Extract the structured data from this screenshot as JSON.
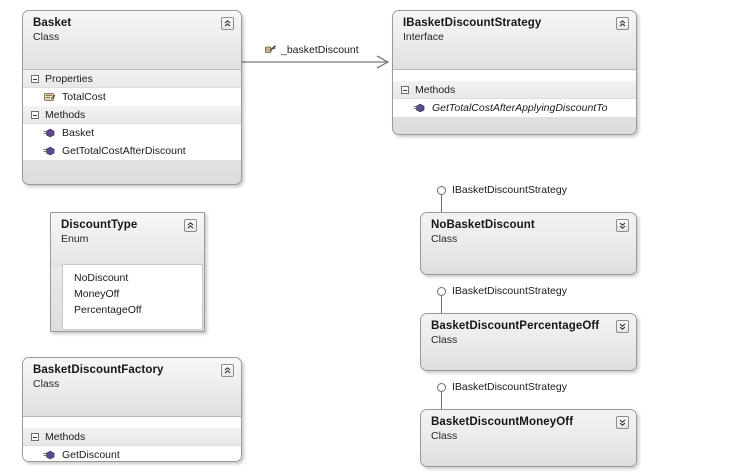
{
  "diagram": {
    "kind": "uml-class-diagram",
    "background": "#ffffff"
  },
  "colors": {
    "box_border": "#9a9a9a",
    "header_gradient_top": "#f7f7f7",
    "header_gradient_bottom": "#e0e0e0",
    "section_band": "#eeeeee",
    "member_background": "#ffffff",
    "connector": "#5a5a5a",
    "property_icon": "#8a6c3f",
    "method_icon": "#4b3a78"
  },
  "shapes": {
    "basket": {
      "title": "Basket",
      "stereotype": "Class",
      "collapse_icon": "chevron-double-up-icon",
      "sections": [
        {
          "label": "Properties",
          "toggle_icon": "minus-box-icon",
          "members": [
            {
              "name": "TotalCost",
              "icon": "property-icon",
              "italic": false
            }
          ]
        },
        {
          "label": "Methods",
          "toggle_icon": "minus-box-icon",
          "members": [
            {
              "name": "Basket",
              "icon": "method-icon",
              "italic": false
            },
            {
              "name": "GetTotalCostAfterDiscount",
              "icon": "method-icon",
              "italic": false
            }
          ]
        }
      ]
    },
    "ibasketdiscountstrategy": {
      "title": "IBasketDiscountStrategy",
      "stereotype": "Interface",
      "collapse_icon": "chevron-double-up-icon",
      "sections": [
        {
          "label": "Methods",
          "toggle_icon": "minus-box-icon",
          "members": [
            {
              "name": "GetTotalCostAfterApplyingDiscountTo",
              "icon": "method-icon",
              "italic": true
            }
          ]
        }
      ]
    },
    "discounttype": {
      "title": "DiscountType",
      "stereotype": "Enum",
      "collapse_icon": "chevron-double-up-icon",
      "values": [
        "NoDiscount",
        "MoneyOff",
        "PercentageOff"
      ]
    },
    "basketdiscountfactory": {
      "title": "BasketDiscountFactory",
      "stereotype": "Class",
      "collapse_icon": "chevron-double-up-icon",
      "sections": [
        {
          "label": "Methods",
          "toggle_icon": "minus-box-icon",
          "members": [
            {
              "name": "GetDiscount",
              "icon": "method-icon",
              "italic": false
            }
          ]
        }
      ]
    },
    "nobasketdiscount": {
      "title": "NoBasketDiscount",
      "stereotype": "Class",
      "expand_icon": "chevron-double-down-icon",
      "realizes": "IBasketDiscountStrategy"
    },
    "basketdiscountpercentageoff": {
      "title": "BasketDiscountPercentageOff",
      "stereotype": "Class",
      "expand_icon": "chevron-double-down-icon",
      "realizes": "IBasketDiscountStrategy"
    },
    "basketdiscountmoneyoff": {
      "title": "BasketDiscountMoneyOff",
      "stereotype": "Class",
      "expand_icon": "chevron-double-down-icon",
      "realizes": "IBasketDiscountStrategy"
    }
  },
  "connectors": {
    "basket_to_strategy": {
      "label": "_basketDiscount",
      "icon": "field-icon",
      "from": "Basket",
      "to": "IBasketDiscountStrategy",
      "arrow": "open-arrow"
    }
  }
}
